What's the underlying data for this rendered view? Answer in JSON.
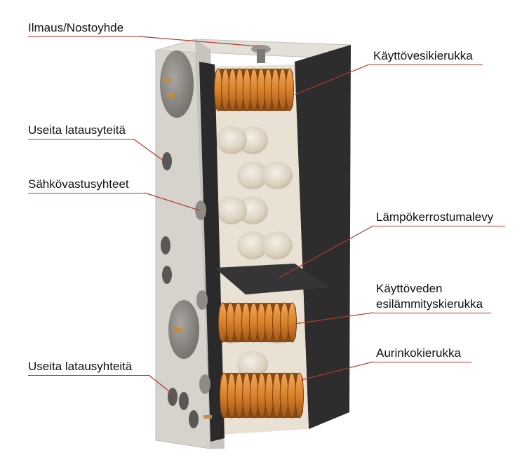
{
  "colors": {
    "leader_line": "#b03a2e",
    "tank_shell": "#d9d6d0",
    "tank_shadow": "#bdb9b2",
    "interior": "#e8e0d2",
    "insulation": "#2b2b2b",
    "coil": "#d9822b",
    "coil_dark": "#9c5518",
    "flange": "#8a8682"
  },
  "labels": {
    "air_vent": "Ilmaus/Nostoyhde",
    "dhw_coil": "Käyttövesikierukka",
    "multiple_charging_paths": "Useita latausyteitä",
    "electric_heater_connections": "Sähkövastusyhteet",
    "stratification_plate": "Lämpökerrostumalevy",
    "dhw_preheat_coil_line1": "Käyttöveden",
    "dhw_preheat_coil_line2": "esilämmityskierukka",
    "solar_coil": "Aurinkokierukka",
    "multiple_charging_connections": "Useita latausyhteitä"
  }
}
